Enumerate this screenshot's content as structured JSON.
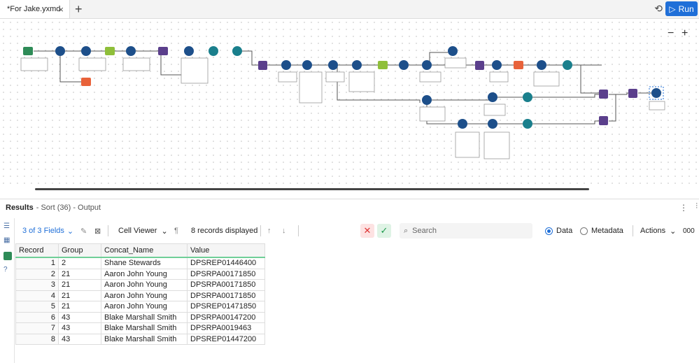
{
  "tab": {
    "title": "*For Jake.yxmd",
    "close": "×",
    "add": "+"
  },
  "run_label": "Run",
  "results": {
    "title": "Results",
    "subtitle": "- Sort (36) - Output"
  },
  "toolbar": {
    "fields": "3 of 3 Fields",
    "viewer": "Cell Viewer",
    "records": "8 records displayed",
    "search_placeholder": "Search",
    "data_label": "Data",
    "metadata_label": "Metadata",
    "actions": "Actions",
    "more": "000"
  },
  "table": {
    "columns": [
      "Record",
      "Group",
      "Concat_Name",
      "Value"
    ],
    "rows": [
      [
        "1",
        "2",
        "Shane Stewards",
        "DPSREP01446400"
      ],
      [
        "2",
        "21",
        "Aaron John Young",
        "DPSRPA00171850"
      ],
      [
        "3",
        "21",
        "Aaron John Young",
        "DPSRPA00171850"
      ],
      [
        "4",
        "21",
        "Aaron John Young",
        "DPSRPA00171850"
      ],
      [
        "5",
        "21",
        "Aaron John Young",
        "DPSREP01471850"
      ],
      [
        "6",
        "43",
        "Blake Marshall Smith",
        "DPSRPA00147200"
      ],
      [
        "7",
        "43",
        "Blake Marshall Smith",
        "DPSRPA0019463"
      ],
      [
        "8",
        "43",
        "Blake Marshall Smith",
        "DPSREP01447200"
      ]
    ]
  },
  "colors": {
    "accent": "#1f6fd8",
    "tool_blue": "#1d4f8a",
    "tool_green": "#2e8b57",
    "tool_purple": "#5b3f8c",
    "tool_orange": "#e8623a",
    "tool_teal": "#1a7f8c",
    "tool_lime": "#8fbf3a"
  }
}
